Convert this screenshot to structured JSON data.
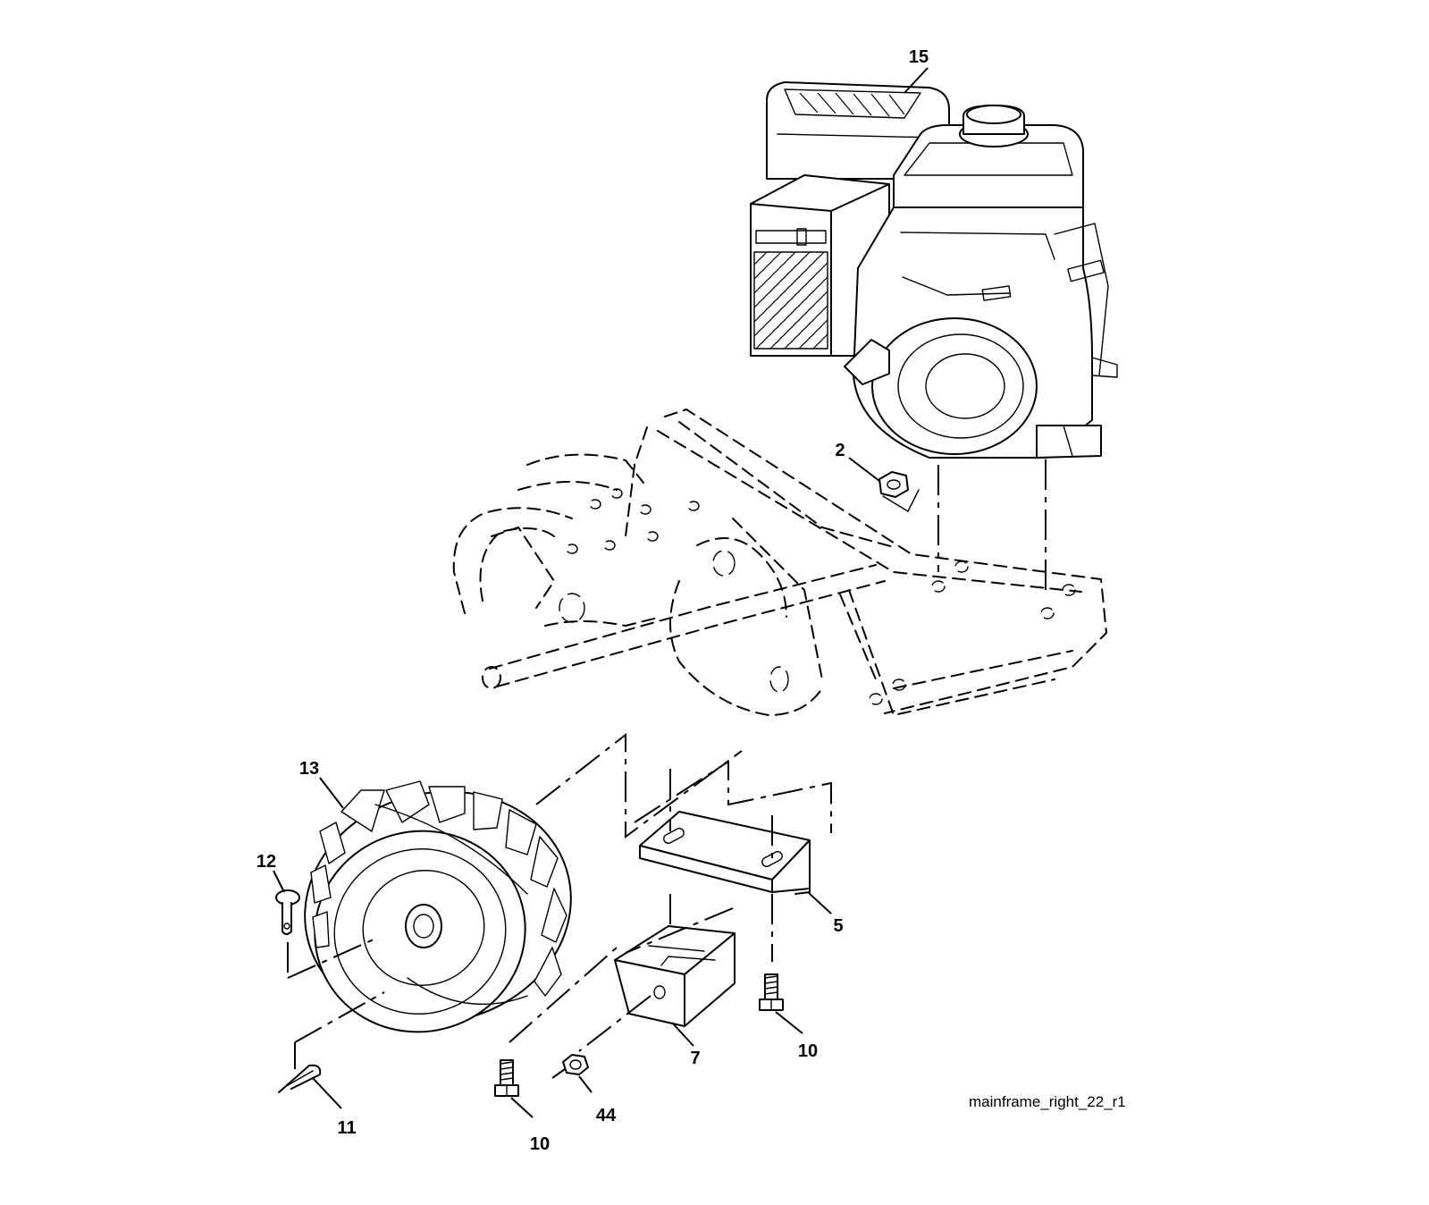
{
  "labels": {
    "engine": "15",
    "flange_nut": "2",
    "tire_wheel": "13",
    "clevis_pin": "12",
    "bracket": "5",
    "weight": "7",
    "bolt_right": "10",
    "bolt_left": "10",
    "hairpin": "11",
    "hex_nut": "44"
  },
  "drawing_reference": "mainframe_right_22_r1"
}
